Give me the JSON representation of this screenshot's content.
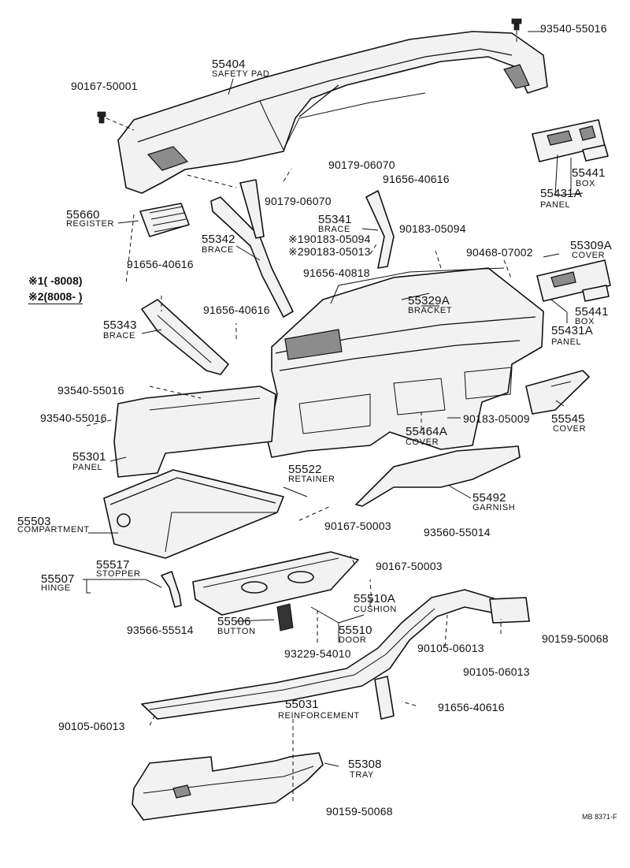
{
  "diagram": {
    "figure_code": "MB 8371-F",
    "note": {
      "line1": "※1(        -8008)",
      "line2": "※2(8008-        )"
    },
    "labels": [
      {
        "id": "safety-pad",
        "number": "55404",
        "name": "SAFETY PAD"
      },
      {
        "id": "bolt-93540-55016-top",
        "number": "93540-55016"
      },
      {
        "id": "bolt-90167-50001",
        "number": "90167-50001"
      },
      {
        "id": "box-55441-top",
        "number": "55441",
        "name": "BOX"
      },
      {
        "id": "panel-55431a-top",
        "number": "55431A",
        "name": "PANEL"
      },
      {
        "id": "nut-90179-06070-a",
        "number": "90179-06070"
      },
      {
        "id": "nut-90179-06070-b",
        "number": "90179-06070"
      },
      {
        "id": "bolt-91656-40616-top",
        "number": "91656-40616"
      },
      {
        "id": "register",
        "number": "55660",
        "name": "REGISTER"
      },
      {
        "id": "brace-55341",
        "number": "55341",
        "name": "BRACE"
      },
      {
        "id": "brace-55342",
        "number": "55342",
        "name": "BRACE"
      },
      {
        "id": "nut-90183-05094-r",
        "number": "90183-05094"
      },
      {
        "id": "nut-190183-05094",
        "number": "※190183-05094"
      },
      {
        "id": "nut-290183-05013",
        "number": "※290183-05013"
      },
      {
        "id": "bolt-91656-40616-left",
        "number": "91656-40616"
      },
      {
        "id": "clip-90468-07002",
        "number": "90468-07002"
      },
      {
        "id": "cover-55309a",
        "number": "55309A",
        "name": "COVER"
      },
      {
        "id": "bolt-91656-40818",
        "number": "91656-40818"
      },
      {
        "id": "bracket-55329a",
        "number": "55329A",
        "name": "BRACKET"
      },
      {
        "id": "box-55441-mid",
        "number": "55441",
        "name": "BOX"
      },
      {
        "id": "panel-55431a-mid",
        "number": "55431A",
        "name": "PANEL"
      },
      {
        "id": "bolt-91656-40616-mid",
        "number": "91656-40616"
      },
      {
        "id": "brace-55343",
        "number": "55343",
        "name": "BRACE"
      },
      {
        "id": "bolt-93540-55016-a",
        "number": "93540-55016"
      },
      {
        "id": "bolt-93540-55016-b",
        "number": "93540-55016"
      },
      {
        "id": "nut-90183-05009",
        "number": "90183-05009"
      },
      {
        "id": "cover-55545",
        "number": "55545",
        "name": "COVER"
      },
      {
        "id": "cover-55464a",
        "number": "55464A",
        "name": "COVER"
      },
      {
        "id": "panel-55301",
        "number": "55301",
        "name": "PANEL"
      },
      {
        "id": "retainer-55522",
        "number": "55522",
        "name": "RETAINER"
      },
      {
        "id": "garnish-55492",
        "number": "55492",
        "name": "GARNISH"
      },
      {
        "id": "compartment-55503",
        "number": "55503",
        "name": "COMPARTMENT"
      },
      {
        "id": "bolt-90167-50003-a",
        "number": "90167-50003"
      },
      {
        "id": "bolt-93560-55014",
        "number": "93560-55014"
      },
      {
        "id": "hinge-55507",
        "number": "55507",
        "name": "HINGE"
      },
      {
        "id": "stopper-55517",
        "number": "55517",
        "name": "STOPPER"
      },
      {
        "id": "bolt-90167-50003-b",
        "number": "90167-50003"
      },
      {
        "id": "cushion-55510a",
        "number": "55510A",
        "name": "CUSHION"
      },
      {
        "id": "button-55506",
        "number": "55506",
        "name": "BUTTON"
      },
      {
        "id": "bolt-93566-55514",
        "number": "93566-55514"
      },
      {
        "id": "door-55510",
        "number": "55510",
        "name": "DOOR"
      },
      {
        "id": "screw-93229-54010",
        "number": "93229-54010"
      },
      {
        "id": "bolt-90105-06013-a",
        "number": "90105-06013"
      },
      {
        "id": "bolt-90159-50068-r",
        "number": "90159-50068"
      },
      {
        "id": "bolt-90105-06013-b",
        "number": "90105-06013"
      },
      {
        "id": "reinforcement-55031",
        "number": "55031",
        "name": "REINFORCEMENT"
      },
      {
        "id": "bolt-91656-40616-low",
        "number": "91656-40616"
      },
      {
        "id": "bolt-90105-06013-c",
        "number": "90105-06013"
      },
      {
        "id": "tray-55308",
        "number": "55308",
        "name": "TRAY"
      },
      {
        "id": "bolt-90159-50068-low",
        "number": "90159-50068"
      }
    ]
  }
}
